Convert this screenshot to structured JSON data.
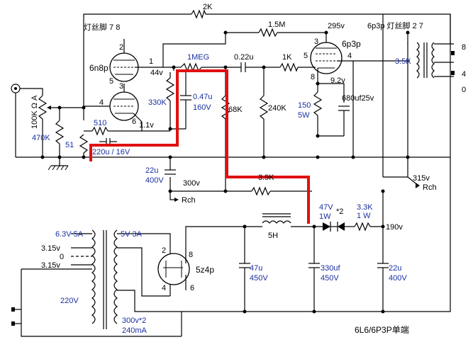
{
  "title": "6L6/6P3P单端",
  "labels": {
    "r_2k": "2K",
    "heater_left": "灯丝脚 7  8",
    "r_1_5m": "1.5M",
    "b_295": "295v",
    "heater_right": "6p3p 灯丝脚 2  7",
    "pin2": "2",
    "pin1": "1",
    "tube_6n8p": "6n8p",
    "v_44": "44v",
    "r_1meg": "1MEG",
    "c_022": "0.22u",
    "r_1k": "1K",
    "tube_6p3p": "6p3p",
    "pin5_right": "5",
    "pin3": "3",
    "pin4_right": "4",
    "r_35k": "3.5K",
    "out_8": "8",
    "out_4": "4",
    "out_0": "0",
    "pin5_left": "5",
    "pin4_left": "4",
    "pin6": "6",
    "pin3_left": "3",
    "r_330k": "330K",
    "c_047": "0.47u",
    "c_160": "160V",
    "r_68k": "68K",
    "r_240k": "240K",
    "pin8_right": "8",
    "v_92": "9.2v",
    "r_150": "150",
    "r_5w": "5W",
    "c_680": "680uf25v",
    "pot_100k": "100K Ω A",
    "r_470k": "470K",
    "r_510": "510",
    "v_11": "1.1v",
    "r_51": "51",
    "c_220": "220u / 16V",
    "c_22u_top": "22u",
    "c_400v_top": "400V",
    "v_300": "300v",
    "rch_left": "Rch",
    "r_39k": "3.9K",
    "v_315": "315v",
    "rch_right": "Rch",
    "z_47v": "47V",
    "z_1w": "1W",
    "z_x2": "*2",
    "r_33k": "3.3K",
    "r_1w": "1 W",
    "v_190": "190v",
    "t_63": "6.3V  5A",
    "t_5v": "5V  3A",
    "t_315a": "3.15v",
    "t_0": "0",
    "t_315b": "3.15v",
    "t_220": "220V",
    "t_300": "300v*2",
    "t_240": "240mA",
    "l_5h": "5H",
    "rect_pin2": "2",
    "rect_pin8": "8",
    "rect_pin4": "4",
    "rect_pin6": "6",
    "tube_5z4p": "5z4p",
    "c_47u": "47u",
    "c_450a": "450V",
    "c_330": "330uf",
    "c_450b": "450V",
    "c_22u_b": "22u",
    "c_400v_b": "400V"
  }
}
